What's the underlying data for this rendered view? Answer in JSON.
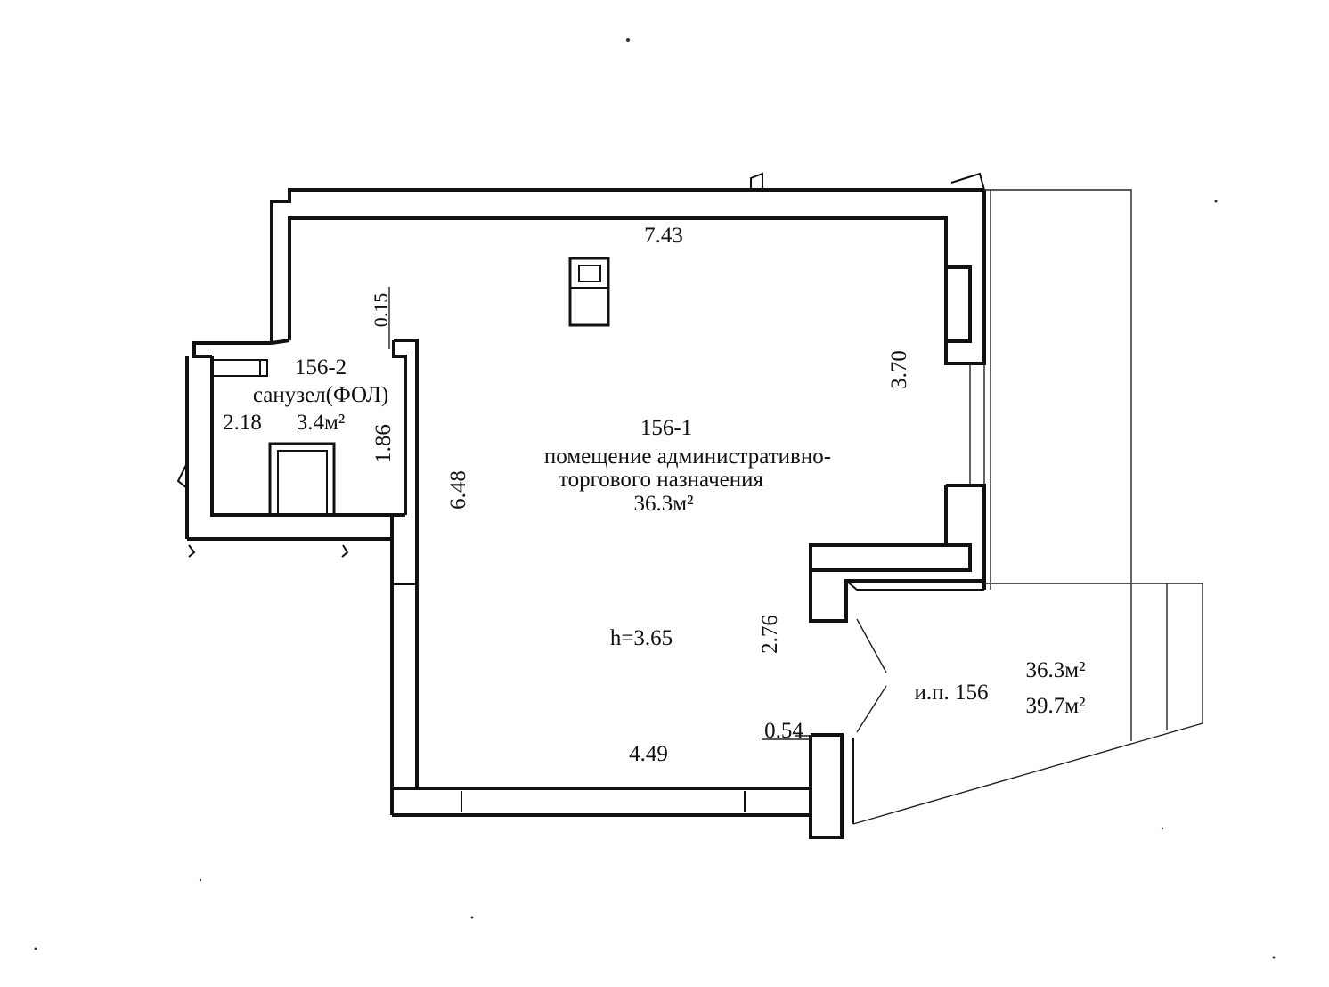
{
  "room_main": {
    "number": "156-1",
    "name_line1": "помещение административно-",
    "name_line2": "торгового назначения",
    "area": "36.3м²",
    "height": "h=3.65"
  },
  "room_wc": {
    "number": "156-2",
    "name": "санузел(ФОЛ)",
    "area": "3.4м²"
  },
  "premises": {
    "label": "и.п. 156",
    "area_1": "36.3м²",
    "area_2": "39.7м²"
  },
  "dimensions": {
    "top": "7.43",
    "right": "3.70",
    "left_main": "6.48",
    "bottom": "4.49",
    "entry": "2.76",
    "corner": "0.54",
    "wc_height": "1.86",
    "wc_width": "2.18",
    "wall_offset": "0.15"
  }
}
